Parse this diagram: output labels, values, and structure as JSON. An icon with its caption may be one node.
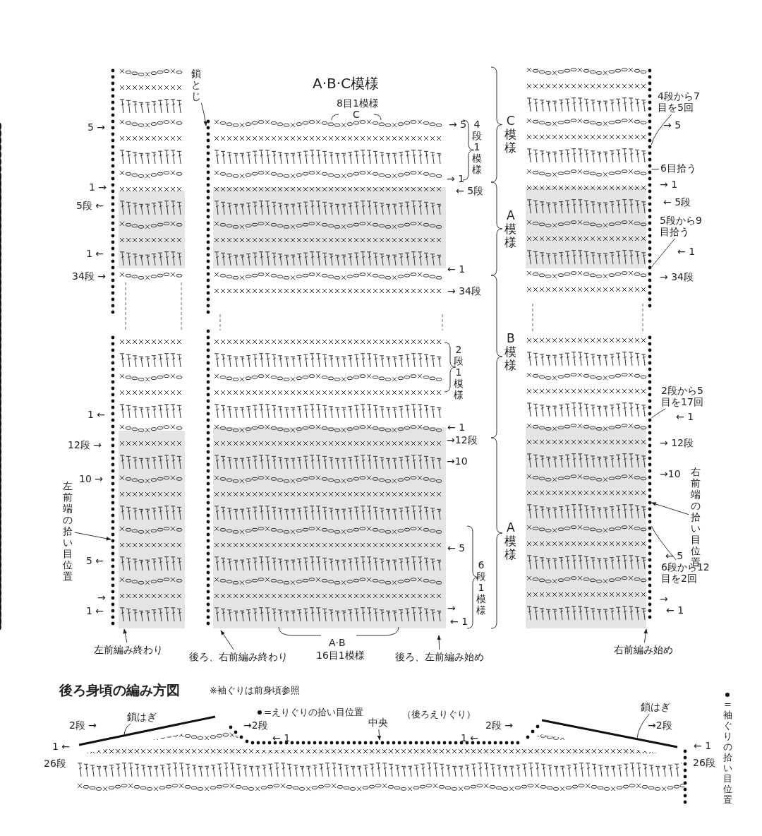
{
  "diagram": {
    "title": "A·B·C模様",
    "nodes": [
      {
        "text": [
          "鎖とじ"
        ]
      },
      {
        "text": [
          "左前端の拾い目位置"
        ]
      },
      {
        "text": [
          "右前端の拾い目位置"
        ]
      },
      {
        "text": [
          "4段から7目を5回"
        ]
      },
      {
        "text": [
          "6目拾う"
        ]
      },
      {
        "text": [
          "5段から9目拾う"
        ]
      },
      {
        "text": [
          "2段から5目を17回"
        ]
      },
      {
        "text": [
          "6段から12目を2回"
        ]
      },
      {
        "text": [
          "鎖はぎ"
        ]
      },
      {
        "text": [
          "鎖はぎ"
        ]
      },
      {
        "text": [
          "左前編み終わり"
        ]
      },
      {
        "text": [
          "後ろ、右前編み終わり"
        ]
      },
      {
        "text": [
          "後ろ、左前編み始め"
        ]
      },
      {
        "text": [
          "右前編み始め"
        ]
      },
      {
        "text": [
          "中央"
        ]
      },
      {
        "text": [],
        "shape": "bar"
      },
      {
        "text": [],
        "shape": "bar"
      },
      {
        "text": [],
        "shape": "bar"
      }
    ],
    "edges": [
      {
        "from": 0,
        "to": null,
        "arrow": "to"
      },
      {
        "from": 1,
        "to": null,
        "arrow": "to"
      },
      {
        "from": 2,
        "to": 15,
        "arrow": "to"
      },
      {
        "from": 3,
        "to": 15,
        "arrow": "none"
      },
      {
        "from": 4,
        "to": 15,
        "arrow": "none"
      },
      {
        "from": 5,
        "to": 15,
        "arrow": "none"
      },
      {
        "from": 6,
        "to": 15,
        "arrow": "none"
      },
      {
        "from": 7,
        "to": 15,
        "arrow": "none"
      },
      {
        "from": 8,
        "to": 16,
        "arrow": "none"
      },
      {
        "from": 9,
        "to": 17,
        "arrow": "none"
      },
      {
        "from": 10,
        "to": null,
        "arrow": "to"
      },
      {
        "from": 11,
        "to": null,
        "arrow": "to"
      },
      {
        "from": 12,
        "to": null,
        "arrow": "to"
      },
      {
        "from": 13,
        "to": null,
        "arrow": "to"
      },
      {
        "from": 14,
        "to": null,
        "arrow": "to"
      }
    ],
    "labels": [
      "8目1模様",
      "C",
      "5 →",
      "→ 5",
      "4段1模様",
      "C模様",
      "1 →",
      "→ 1",
      "← 5段",
      "5段 ←",
      "A模様",
      "1 ←",
      "← 1",
      "34段 →",
      "→ 34段",
      "2段1模様",
      "B模様",
      "1 ←",
      "← 1",
      "12段 →",
      "→12段",
      "10 →",
      "→10",
      "A模様",
      "5 ←",
      "← 5",
      "6段1模様",
      "→",
      "→",
      "1 ←",
      "← 1",
      "A·B",
      "16目1模様",
      "→ 5",
      "→ 1",
      "← 5段",
      "← 1",
      "→ 34段",
      "← 1",
      "→ 12段",
      "→10",
      "← 5",
      "→",
      "← 1",
      "後ろ身頃の編み方図",
      "※袖ぐりは前身頃参照",
      "（後ろえりぐり）",
      "2段 →",
      "→2段",
      "← 1",
      "1 ←",
      "26段",
      "1 ←",
      "2段 →",
      "→2段",
      "← 1",
      "26段"
    ],
    "legend": [
      {
        "text": "=えりぐりの拾い目位置"
      },
      {
        "text": "=袖ぐりの拾い目位置"
      }
    ]
  }
}
